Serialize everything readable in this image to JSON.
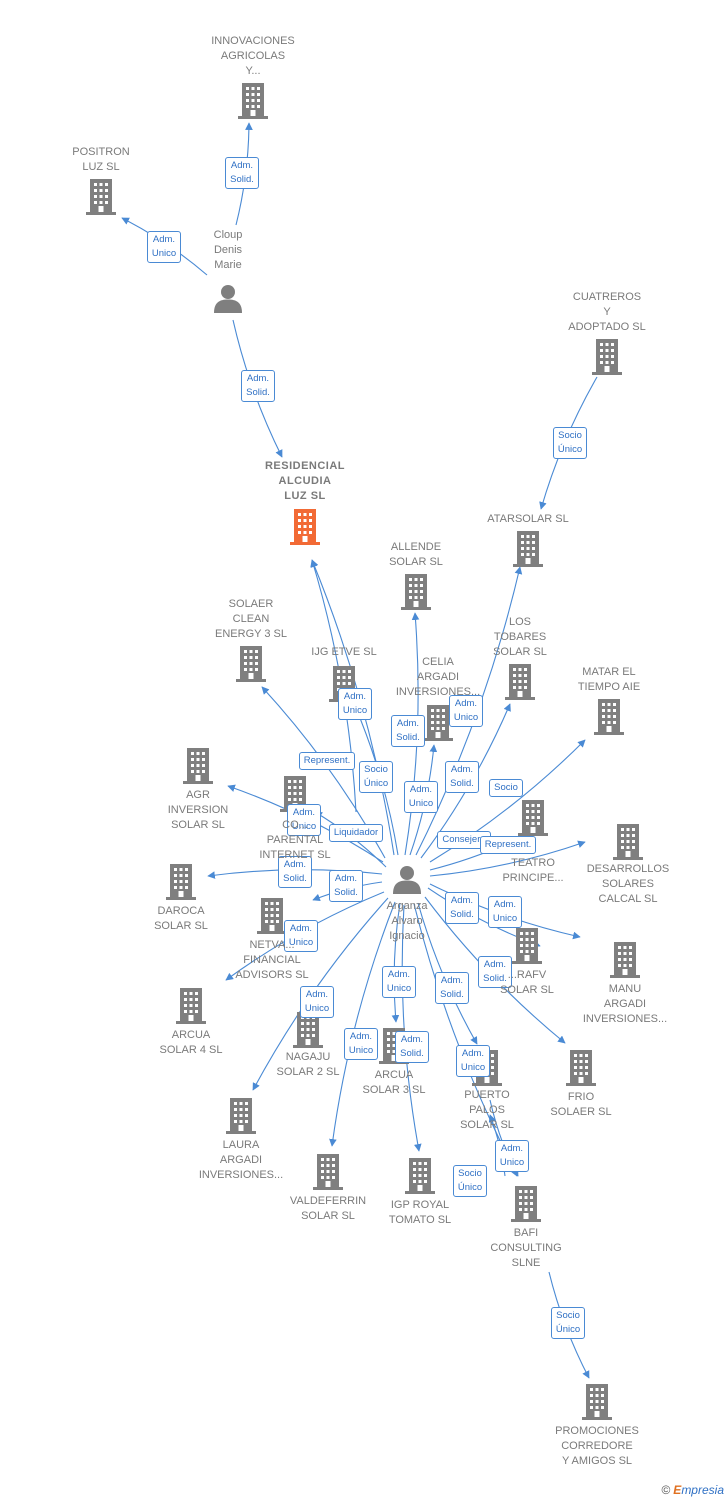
{
  "colors": {
    "edge": "#4a8ad4",
    "company": "#7f7f7f",
    "focus": "#f26a35",
    "person": "#7f7f7f",
    "text": "#7a7a7a"
  },
  "nodes": [
    {
      "id": "innov",
      "type": "company",
      "label": "INNOVACIONES\nAGRICOLAS\nY..."
    },
    {
      "id": "positron",
      "type": "company",
      "label": "POSITRON\nLUZ SL"
    },
    {
      "id": "cloup",
      "type": "person",
      "label": "Cloup\nDenis\nMarie"
    },
    {
      "id": "residencial",
      "type": "focus",
      "label": "RESIDENCIAL\nALCUDIA\nLUZ  SL"
    },
    {
      "id": "cuatreros",
      "type": "company",
      "label": "CUATREROS\nY\nADOPTADO  SL"
    },
    {
      "id": "atarsolar",
      "type": "company",
      "label": "ATARSOLAR SL"
    },
    {
      "id": "allende",
      "type": "company",
      "label": "ALLENDE\nSOLAR SL"
    },
    {
      "id": "solaer",
      "type": "company",
      "label": "SOLAER\nCLEAN\nENERGY 3  SL"
    },
    {
      "id": "ijg",
      "type": "company",
      "label": "IJG ETVE SL"
    },
    {
      "id": "celia",
      "type": "company",
      "label": "CELIA\nARGADI\nINVERSIONES..."
    },
    {
      "id": "tobares",
      "type": "company",
      "label": "LOS\nTOBARES\nSOLAR SL"
    },
    {
      "id": "matar",
      "type": "company",
      "label": "MATAR EL\nTIEMPO  AIE"
    },
    {
      "id": "agr",
      "type": "company",
      "label": "AGR\nINVERSION\nSOLAR SL"
    },
    {
      "id": "comp",
      "type": "company",
      "label": "CO...\nPARENTAL\nINTERNET  SL"
    },
    {
      "id": "teatro",
      "type": "company",
      "label": "TEATRO\nPRINCIPE..."
    },
    {
      "id": "desarrollos",
      "type": "company",
      "label": "DESARROLLOS\nSOLARES\nCALCAL SL"
    },
    {
      "id": "daroca",
      "type": "company",
      "label": "DAROCA\nSOLAR SL"
    },
    {
      "id": "netva",
      "type": "company",
      "label": "NETVA...\nFINANCIAL\nADVISORS  SL"
    },
    {
      "id": "arafv",
      "type": "company",
      "label": "...RAFV\nSOLAR SL"
    },
    {
      "id": "manu",
      "type": "company",
      "label": "MANU\nARGADI\nINVERSIONES..."
    },
    {
      "id": "arcua4",
      "type": "company",
      "label": "ARCUA\nSOLAR 4 SL"
    },
    {
      "id": "nagaju",
      "type": "company",
      "label": "NAGAJU\nSOLAR 2 SL"
    },
    {
      "id": "arcua3",
      "type": "company",
      "label": "ARCUA\nSOLAR 3 SL"
    },
    {
      "id": "puerto",
      "type": "company",
      "label": "PUERTO\nPALOS\nSOLAR SL"
    },
    {
      "id": "frio",
      "type": "company",
      "label": "FRIO\nSOLAER SL"
    },
    {
      "id": "laura",
      "type": "company",
      "label": "LAURA\nARGADI\nINVERSIONES..."
    },
    {
      "id": "valdeferrin",
      "type": "company",
      "label": "VALDEFERRIN\nSOLAR SL"
    },
    {
      "id": "igp",
      "type": "company",
      "label": "IGP ROYAL\nTOMATO  SL"
    },
    {
      "id": "bafi",
      "type": "company",
      "label": "BAFI\nCONSULTING\nSLNE"
    },
    {
      "id": "promociones",
      "type": "company",
      "label": "PROMOCIONES\nCORREDORE\nY AMIGOS  SL"
    },
    {
      "id": "arganza",
      "type": "person",
      "label": "Arganza\nAlvaro\nIgnacio"
    }
  ],
  "edges": [
    {
      "from": "cloup",
      "to": "innov",
      "label": "Adm.\nSolid."
    },
    {
      "from": "cloup",
      "to": "positron",
      "label": "Adm.\nUnico"
    },
    {
      "from": "cloup",
      "to": "residencial",
      "label": "Adm.\nSolid."
    },
    {
      "from": "cuatreros",
      "to": "atarsolar",
      "label": "Socio\nÚnico"
    },
    {
      "from": "arganza",
      "to": "residencial",
      "label": "Adm.\nSolid."
    },
    {
      "from": "arganza",
      "to": "allende",
      "label": "Adm.\nSolid."
    },
    {
      "from": "arganza",
      "to": "atarsolar",
      "label": "Adm.\nUnico"
    },
    {
      "from": "arganza",
      "to": "solaer",
      "label": "Represent."
    },
    {
      "from": "arganza",
      "to": "ijg",
      "label": "Socio\nÚnico"
    },
    {
      "from": "arganza",
      "to": "celia",
      "label": "Adm.\nUnico"
    },
    {
      "from": "arganza",
      "to": "tobares",
      "label": "Adm.\nSolid."
    },
    {
      "from": "arganza",
      "to": "matar",
      "label": "Socio"
    },
    {
      "from": "arganza",
      "to": "agr",
      "label": "Adm.\nUnico"
    },
    {
      "from": "arganza",
      "to": "comp",
      "label": "Liquidador"
    },
    {
      "from": "arganza",
      "to": "teatro",
      "label": "Consejero"
    },
    {
      "from": "arganza",
      "to": "desarrollos",
      "label": "Represent."
    },
    {
      "from": "arganza",
      "to": "daroca",
      "label": "Adm.\nSolid."
    },
    {
      "from": "arganza",
      "to": "netva",
      "label": "Adm.\nSolid."
    },
    {
      "from": "arganza",
      "to": "arafv",
      "label": "Adm.\nSolid."
    },
    {
      "from": "arganza",
      "to": "manu",
      "label": "Adm.\nUnico"
    },
    {
      "from": "arganza",
      "to": "arcua4",
      "label": "Adm.\nUnico"
    },
    {
      "from": "arganza",
      "to": "nagaju",
      "label": "Adm.\nUnico"
    },
    {
      "from": "arganza",
      "to": "arcua3",
      "label": "Adm.\nUnico"
    },
    {
      "from": "arganza",
      "to": "puerto",
      "label": "Adm.\nSolid."
    },
    {
      "from": "arganza",
      "to": "frio",
      "label": "Adm.\nSolid."
    },
    {
      "from": "arganza",
      "to": "laura",
      "label": "Adm.\nUnico"
    },
    {
      "from": "arganza",
      "to": "valdeferrin",
      "label": "Adm.\nSolid."
    },
    {
      "from": "arganza",
      "to": "igp",
      "label": "Adm.\nUnico"
    },
    {
      "from": "arganza",
      "to": "bafi",
      "label": "Adm.\nUnico"
    },
    {
      "from": "puerto",
      "to": "bafi",
      "label": "Socio\nÚnico"
    },
    {
      "from": "bafi",
      "to": "puerto",
      "label": "Socio\nÚnico"
    },
    {
      "from": "bafi",
      "to": "promociones",
      "label": "Adm.\nUnico"
    }
  ],
  "footer": {
    "copyright": "©",
    "brand_first": "E",
    "brand_rest": "mpresia"
  }
}
